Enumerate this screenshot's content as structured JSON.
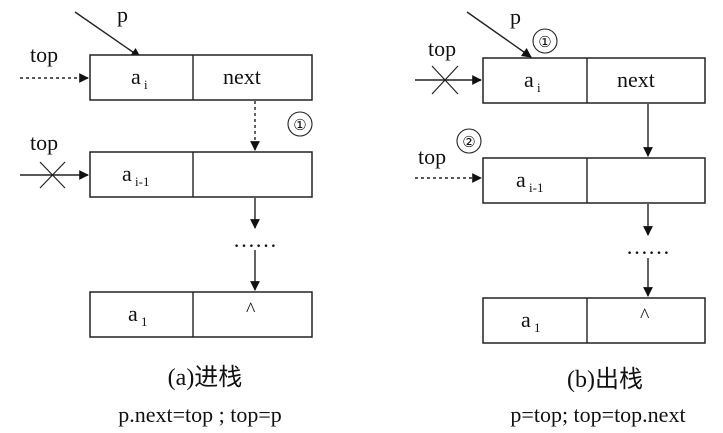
{
  "diagrams": {
    "left": {
      "pointer_p": "p",
      "pointer_top": "top",
      "pointer_top_old": "top",
      "step_1": "①",
      "node_top_data": "a",
      "node_top_sub": "i",
      "node_top_next": "next",
      "node_mid_data": "a",
      "node_mid_sub": "i-1",
      "node_bot_data": "a",
      "node_bot_sub": "1",
      "node_bot_next": "^",
      "ellipsis": "……",
      "caption": "(a)进栈",
      "code": "p.next=top ; top=p"
    },
    "right": {
      "pointer_p": "p",
      "step_1": "①",
      "pointer_top_old": "top",
      "pointer_top_new": "top",
      "step_2": "②",
      "node_top_data": "a",
      "node_top_sub": "i",
      "node_top_next": "next",
      "node_mid_data": "a",
      "node_mid_sub": "i-1",
      "node_bot_data": "a",
      "node_bot_sub": "1",
      "node_bot_next": "^",
      "ellipsis": "……",
      "caption": "(b)出栈",
      "code": "p=top; top=top.next"
    }
  }
}
